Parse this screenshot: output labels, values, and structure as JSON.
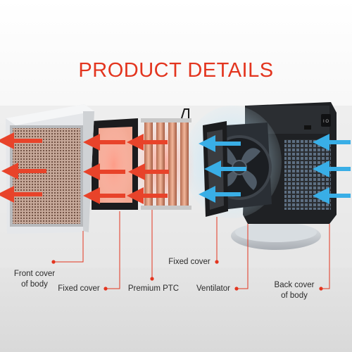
{
  "title": "PRODUCT DETAILS",
  "accent_color": "#e3351f",
  "hot_arrow_color": "#e8432a",
  "cool_arrow_color": "#39aee6",
  "labels": {
    "front_cover_line1": "Front cover",
    "front_cover_line2": "of body",
    "fixed_cover_left": "Fixed cover",
    "premium_ptc": "Premium PTC",
    "fixed_cover_right": "Fixed cover",
    "ventilator": "Ventilator",
    "back_cover_line1": "Back cover",
    "back_cover_line2": "of body"
  },
  "icons": [
    "hot-air-arrow-icon",
    "cool-air-arrow-icon",
    "fan-icon",
    "power-switch-icon"
  ]
}
